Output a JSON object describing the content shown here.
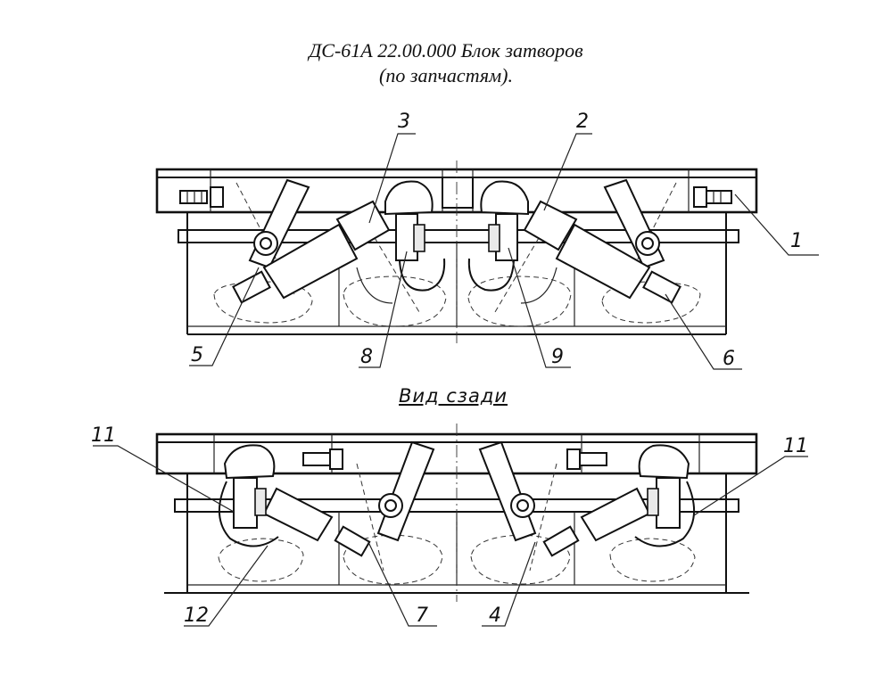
{
  "title": {
    "line1": "ДС-61А 22.00.000 Блок затворов",
    "line2": "(по запчастям)."
  },
  "view_label": "Вид сзади",
  "callouts": [
    {
      "id": "c1",
      "label": "1"
    },
    {
      "id": "c2",
      "label": "2"
    },
    {
      "id": "c3",
      "label": "3"
    },
    {
      "id": "c4",
      "label": "4"
    },
    {
      "id": "c5",
      "label": "5"
    },
    {
      "id": "c6",
      "label": "6"
    },
    {
      "id": "c7",
      "label": "7"
    },
    {
      "id": "c8",
      "label": "8"
    },
    {
      "id": "c9",
      "label": "9"
    },
    {
      "id": "c11a",
      "label": "11"
    },
    {
      "id": "c11b",
      "label": "11"
    },
    {
      "id": "c12",
      "label": "12"
    }
  ]
}
